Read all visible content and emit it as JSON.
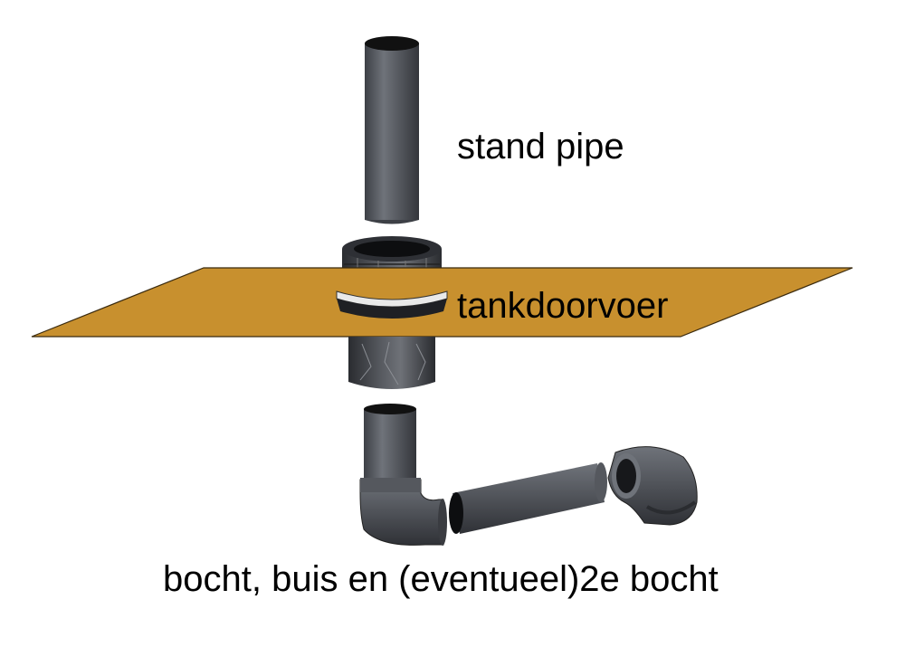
{
  "labels": {
    "stand_pipe": "stand pipe",
    "tank_fitting": "tankdoorvoer",
    "bottom_parts": "bocht, buis en (eventueel)2e bocht"
  },
  "colors": {
    "tank_wall": "#c8902e",
    "pipe_dark": "#2b2d31",
    "pipe_mid": "#5c5f66",
    "pipe_light": "#8a8d94",
    "gasket": "#e9e9e9",
    "outline": "#111111"
  }
}
